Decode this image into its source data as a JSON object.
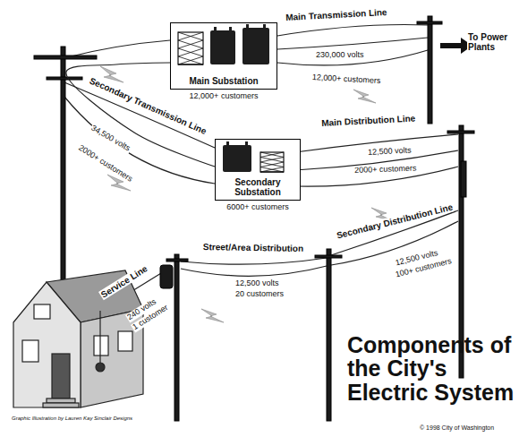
{
  "diagram": {
    "title": "Components of the City's Electric System",
    "nodes": [
      {
        "text": [
          "Main Substation",
          "12,000+ customers"
        ]
      },
      {
        "text": [
          "Secondary Substation",
          "6000+ customers"
        ]
      }
    ],
    "edges": [
      {
        "from": 0,
        "to": 1,
        "arrow": "none"
      }
    ],
    "labels": [
      "Main Transmission Line",
      "230,000 volts",
      "12,000+ customers",
      "To Power Plants",
      "Secondary Transmission Line",
      "34,500 volts",
      "2000+ customers",
      "Main Distribution Line",
      "12,500 volts",
      "2000+ customers",
      "Street/Area Distribution",
      "12,500 volts",
      "20 customers",
      "Secondary Distribution Line",
      "12,500 volts",
      "100+ customers",
      "Service Line",
      "240 volts",
      "1 customer",
      "Graphic Illustration by Lauren Kay Sinclair Designs",
      "© 1998 City of Washington"
    ]
  }
}
